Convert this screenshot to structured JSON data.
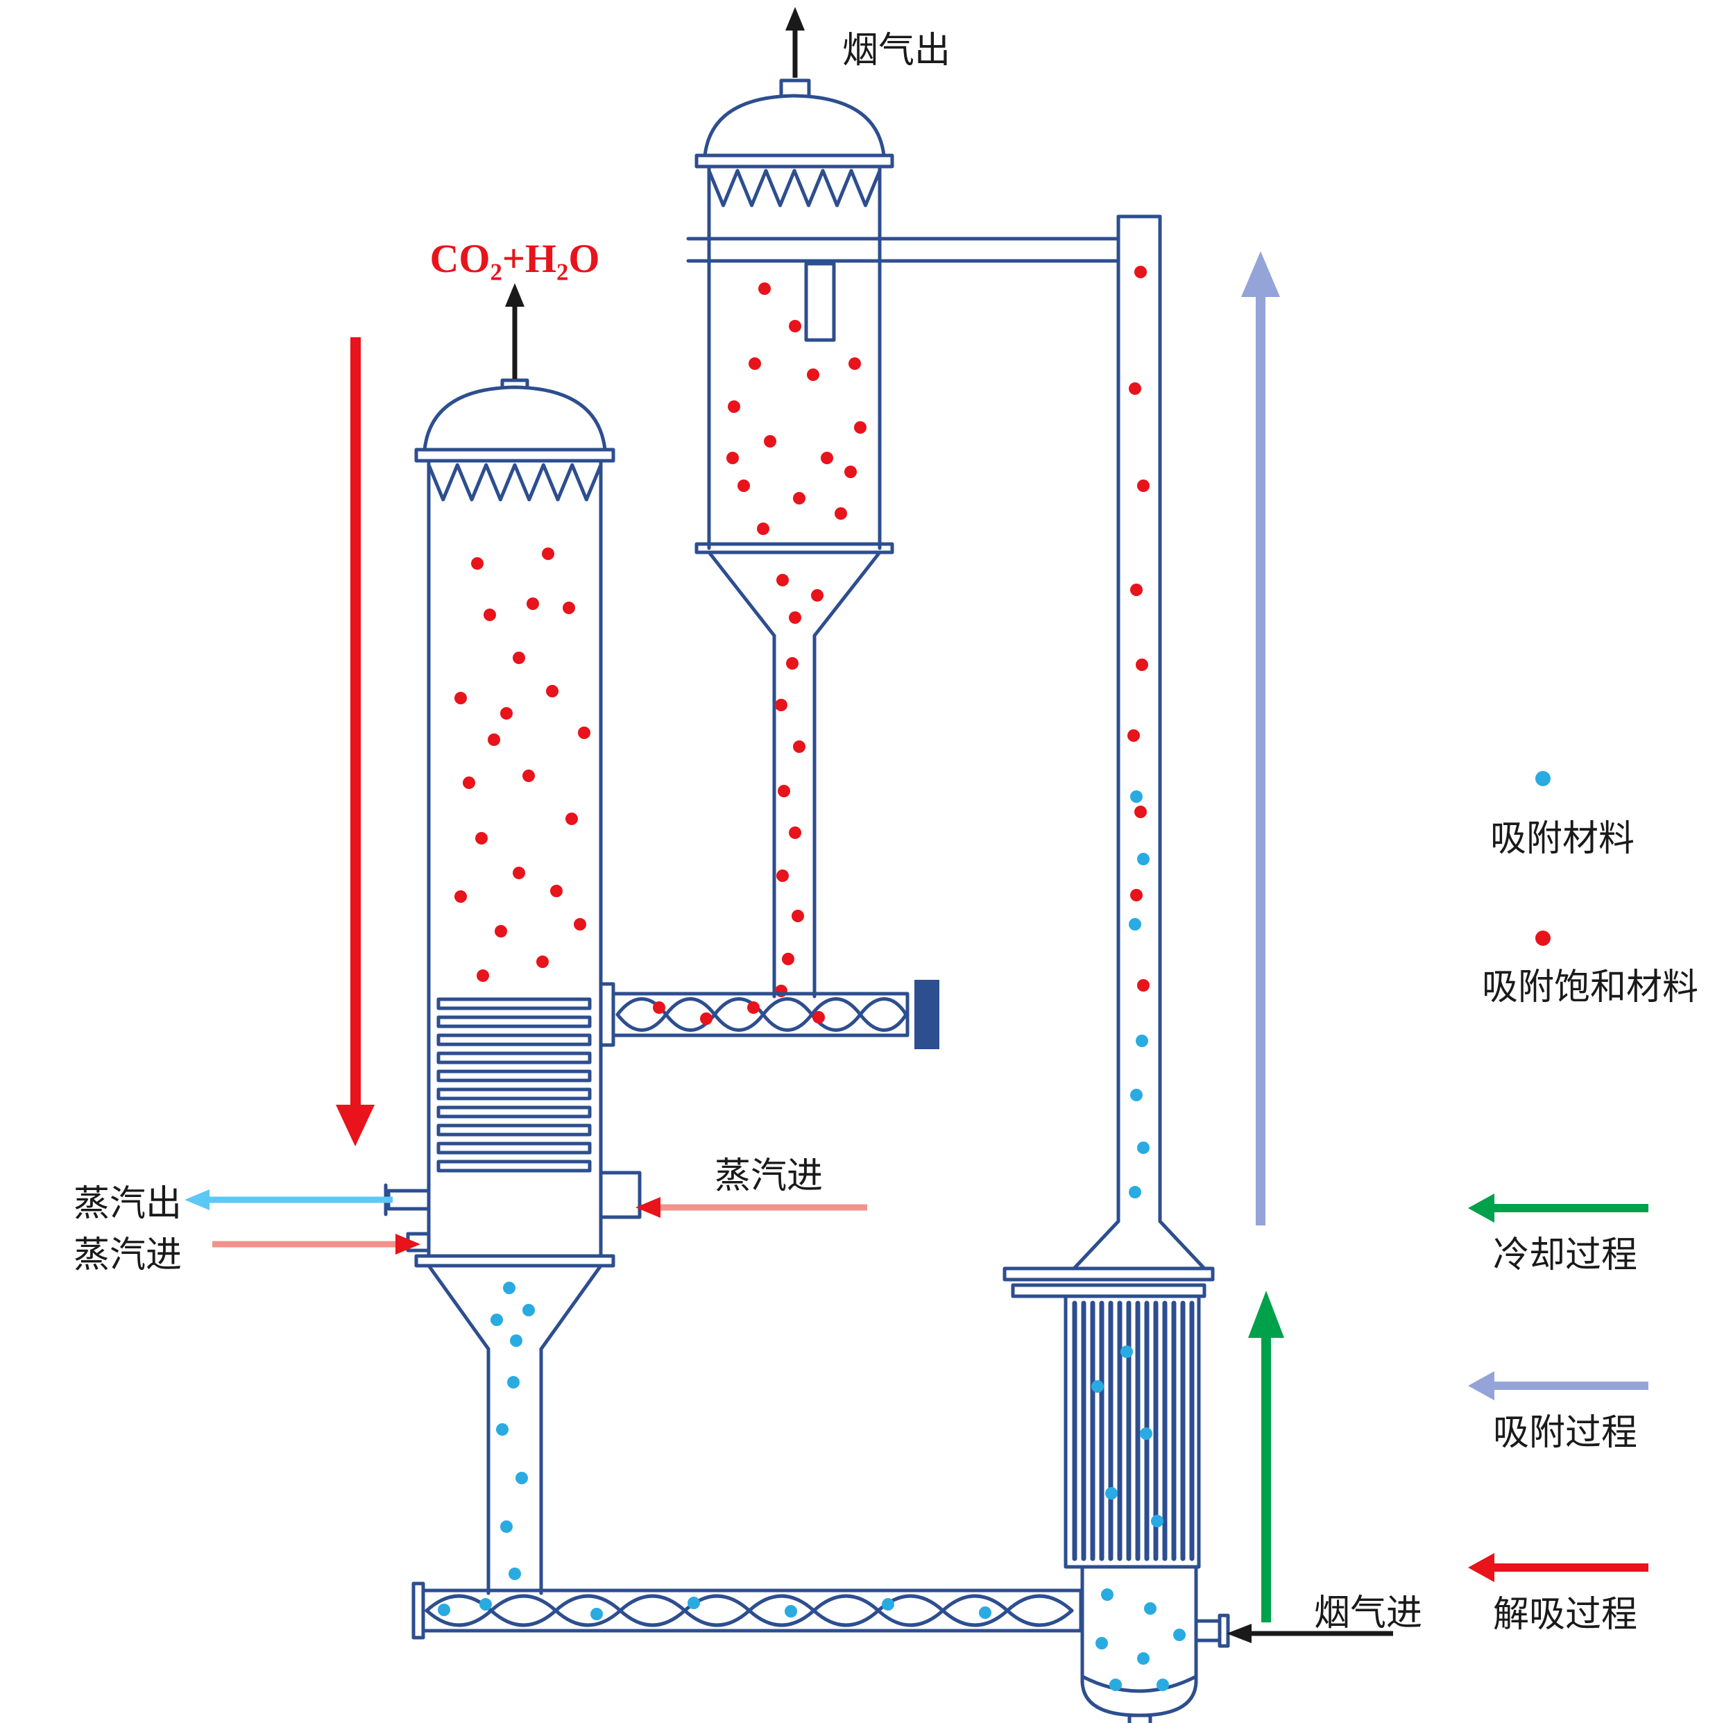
{
  "labels": {
    "flue_gas_out": "烟气出",
    "co2_h2o_out": "CO₂+H₂O",
    "steam_out": "蒸汽出",
    "steam_in_lower": "蒸汽进",
    "steam_in_mid": "蒸汽进",
    "flue_gas_in": "烟气进"
  },
  "legend": {
    "adsorbent": "吸附材料",
    "saturated_adsorbent": "吸附饱和材料",
    "cooling": "冷却过程",
    "adsorption": "吸附过程",
    "desorption": "解吸过程"
  },
  "colors": {
    "outline": "#2d4e8f",
    "ink": "#1a1a1a",
    "red": "#e8131b",
    "red_light": "#f2928a",
    "cyan": "#5bc8f5",
    "blue": "#29abe2",
    "green": "#00a14b",
    "periwinkle": "#94a4d8"
  },
  "dots": {
    "desorber_red": {
      "color": "#e8131b",
      "r": 9,
      "points": [
        [
          688,
          812
        ],
        [
          790,
          798
        ],
        [
          706,
          886
        ],
        [
          820,
          876
        ],
        [
          748,
          948
        ],
        [
          664,
          1006
        ],
        [
          796,
          996
        ],
        [
          712,
          1066
        ],
        [
          842,
          1056
        ],
        [
          676,
          1128
        ],
        [
          762,
          1118
        ],
        [
          824,
          1180
        ],
        [
          694,
          1208
        ],
        [
          748,
          1258
        ],
        [
          664,
          1292
        ],
        [
          802,
          1284
        ],
        [
          722,
          1342
        ],
        [
          782,
          1386
        ],
        [
          696,
          1406
        ],
        [
          836,
          1332
        ],
        [
          730,
          1028
        ],
        [
          768,
          870
        ]
      ]
    },
    "separator_red": {
      "color": "#e8131b",
      "r": 9,
      "points": [
        [
          1102,
          416
        ],
        [
          1088,
          524
        ],
        [
          1172,
          540
        ],
        [
          1058,
          586
        ],
        [
          1232,
          524
        ],
        [
          1110,
          636
        ],
        [
          1192,
          660
        ],
        [
          1240,
          616
        ],
        [
          1072,
          700
        ],
        [
          1152,
          718
        ],
        [
          1212,
          740
        ],
        [
          1100,
          762
        ],
        [
          1056,
          660
        ],
        [
          1146,
          470
        ],
        [
          1226,
          680
        ],
        [
          1128,
          836
        ],
        [
          1178,
          858
        ],
        [
          1146,
          890
        ],
        [
          1142,
          956
        ],
        [
          1126,
          1016
        ],
        [
          1152,
          1076
        ],
        [
          1130,
          1140
        ],
        [
          1146,
          1200
        ],
        [
          1128,
          1262
        ],
        [
          1150,
          1320
        ],
        [
          1136,
          1382
        ],
        [
          1126,
          1428
        ]
      ]
    },
    "conveyor_top_red": {
      "color": "#e8131b",
      "r": 9,
      "points": [
        [
          950,
          1452
        ],
        [
          1018,
          1468
        ],
        [
          1086,
          1452
        ],
        [
          1180,
          1466
        ]
      ]
    },
    "riser_red": {
      "color": "#e8131b",
      "r": 9,
      "points": [
        [
          1644,
          392
        ],
        [
          1636,
          560
        ],
        [
          1648,
          700
        ],
        [
          1638,
          850
        ],
        [
          1646,
          958
        ],
        [
          1634,
          1060
        ],
        [
          1644,
          1170
        ],
        [
          1638,
          1290
        ],
        [
          1648,
          1420
        ]
      ]
    },
    "riser_blue": {
      "color": "#29abe2",
      "r": 9,
      "points": [
        [
          1638,
          1148
        ],
        [
          1648,
          1238
        ],
        [
          1636,
          1332
        ],
        [
          1646,
          1500
        ],
        [
          1638,
          1578
        ],
        [
          1648,
          1654
        ],
        [
          1636,
          1718
        ]
      ]
    },
    "desorber_blue": {
      "color": "#29abe2",
      "r": 9,
      "points": [
        [
          734,
          1856
        ],
        [
          762,
          1888
        ],
        [
          716,
          1902
        ],
        [
          744,
          1932
        ],
        [
          740,
          1992
        ],
        [
          724,
          2060
        ],
        [
          752,
          2130
        ],
        [
          730,
          2200
        ],
        [
          742,
          2268
        ]
      ]
    },
    "conveyor_bottom_blue": {
      "color": "#29abe2",
      "r": 9,
      "points": [
        [
          640,
          2320
        ],
        [
          700,
          2312
        ],
        [
          860,
          2326
        ],
        [
          1000,
          2310
        ],
        [
          1140,
          2322
        ],
        [
          1280,
          2312
        ],
        [
          1420,
          2324
        ]
      ]
    },
    "cooler_blue": {
      "color": "#29abe2",
      "r": 9,
      "points": [
        [
          1582,
          1998
        ],
        [
          1652,
          2066
        ],
        [
          1602,
          2152
        ],
        [
          1668,
          2192
        ],
        [
          1624,
          1948
        ]
      ]
    },
    "vessel_blue": {
      "color": "#29abe2",
      "r": 9,
      "points": [
        [
          1596,
          2298
        ],
        [
          1658,
          2318
        ],
        [
          1588,
          2368
        ],
        [
          1648,
          2390
        ],
        [
          1700,
          2356
        ],
        [
          1608,
          2428
        ],
        [
          1676,
          2428
        ]
      ]
    },
    "legend_blue": {
      "color": "#29abe2",
      "r": 11,
      "points": [
        [
          2224,
          1122
        ]
      ]
    },
    "legend_red": {
      "color": "#e8131b",
      "r": 11,
      "points": [
        [
          2224,
          1352
        ]
      ]
    }
  }
}
